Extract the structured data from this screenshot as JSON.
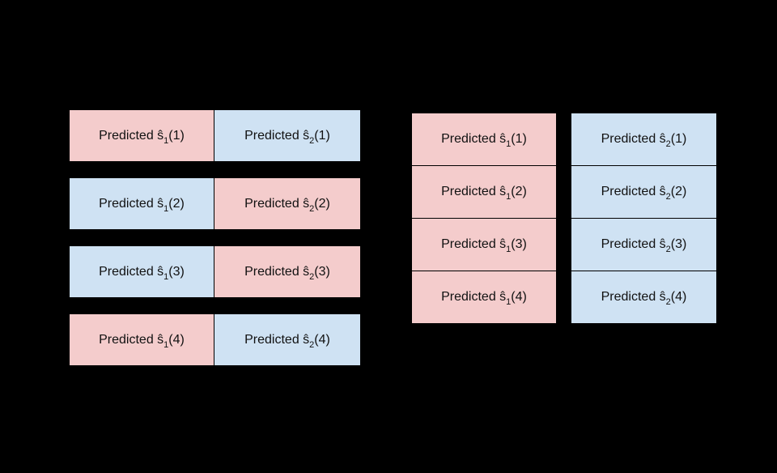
{
  "palette": {
    "pink": "#f4cccc",
    "blue": "#cfe2f3",
    "border": "#000000",
    "text": "#111111",
    "background": "#000000"
  },
  "left_group": {
    "rows": [
      {
        "cells": [
          {
            "prefix": "Predicted ŝ",
            "sub": "1",
            "rest": "(1)",
            "color": "pink"
          },
          {
            "prefix": "Predicted ŝ",
            "sub": "2",
            "rest": "(1)",
            "color": "blue"
          }
        ]
      },
      {
        "cells": [
          {
            "prefix": "Predicted ŝ",
            "sub": "1",
            "rest": "(2)",
            "color": "blue"
          },
          {
            "prefix": "Predicted ŝ",
            "sub": "2",
            "rest": "(2)",
            "color": "pink"
          }
        ]
      },
      {
        "cells": [
          {
            "prefix": "Predicted ŝ",
            "sub": "1",
            "rest": "(3)",
            "color": "blue"
          },
          {
            "prefix": "Predicted ŝ",
            "sub": "2",
            "rest": "(3)",
            "color": "pink"
          }
        ]
      },
      {
        "cells": [
          {
            "prefix": "Predicted ŝ",
            "sub": "1",
            "rest": "(4)",
            "color": "pink"
          },
          {
            "prefix": "Predicted ŝ",
            "sub": "2",
            "rest": "(4)",
            "color": "blue"
          }
        ]
      }
    ]
  },
  "right_group": {
    "columns": [
      {
        "color": "pink",
        "cells": [
          {
            "prefix": "Predicted ŝ",
            "sub": "1",
            "rest": "(1)"
          },
          {
            "prefix": "Predicted ŝ",
            "sub": "1",
            "rest": "(2)"
          },
          {
            "prefix": "Predicted ŝ",
            "sub": "1",
            "rest": "(3)"
          },
          {
            "prefix": "Predicted ŝ",
            "sub": "1",
            "rest": "(4)"
          }
        ]
      },
      {
        "color": "blue",
        "cells": [
          {
            "prefix": "Predicted ŝ",
            "sub": "2",
            "rest": "(1)"
          },
          {
            "prefix": "Predicted ŝ",
            "sub": "2",
            "rest": "(2)"
          },
          {
            "prefix": "Predicted ŝ",
            "sub": "2",
            "rest": "(3)"
          },
          {
            "prefix": "Predicted ŝ",
            "sub": "2",
            "rest": "(4)"
          }
        ]
      }
    ]
  }
}
